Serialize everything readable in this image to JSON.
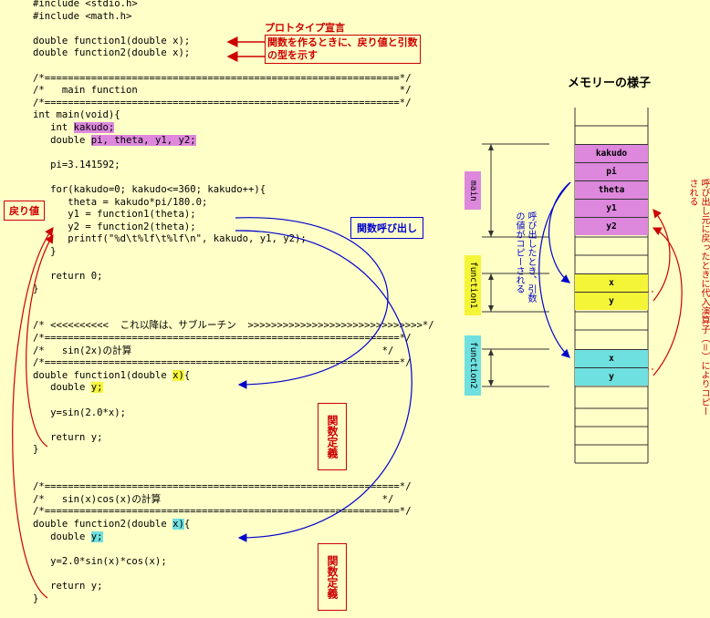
{
  "code_lines": [
    {
      "text": "#include <stdio.h>",
      "hl": []
    },
    {
      "text": "#include <math.h>",
      "hl": []
    },
    {
      "text": "",
      "hl": []
    },
    {
      "text": "double function1(double x);",
      "hl": []
    },
    {
      "text": "double function2(double x);",
      "hl": []
    },
    {
      "text": "",
      "hl": []
    },
    {
      "text": "/*=============================================================*/",
      "hl": []
    },
    {
      "text": "/*   main function                                             */",
      "hl": []
    },
    {
      "text": "/*=============================================================*/",
      "hl": []
    },
    {
      "text": "int main(void){",
      "hl": []
    },
    {
      "text": "   int kakudo;",
      "hl": [
        [
          "kakudo;",
          "pink"
        ]
      ]
    },
    {
      "text": "   double pi, theta, y1, y2;",
      "hl": [
        [
          "pi, theta, y1, y2;",
          "pink"
        ]
      ]
    },
    {
      "text": "",
      "hl": []
    },
    {
      "text": "   pi=3.141592;",
      "hl": []
    },
    {
      "text": "",
      "hl": []
    },
    {
      "text": "   for(kakudo=0; kakudo<=360; kakudo++){",
      "hl": []
    },
    {
      "text": "      theta = kakudo*pi/180.0;",
      "hl": []
    },
    {
      "text": "      y1 = function1(theta);",
      "hl": []
    },
    {
      "text": "      y2 = function2(theta);",
      "hl": []
    },
    {
      "text": "      printf(\"%d\\t%lf\\t%lf\\n\", kakudo, y1, y2);",
      "hl": []
    },
    {
      "text": "   }",
      "hl": []
    },
    {
      "text": "",
      "hl": []
    },
    {
      "text": "   return 0;",
      "hl": []
    },
    {
      "text": "}",
      "hl": []
    },
    {
      "text": "",
      "hl": []
    },
    {
      "text": "",
      "hl": []
    },
    {
      "text": "/* <<<<<<<<<<  これ以降は、サブルーチン  >>>>>>>>>>>>>>>>>>>>>>>>>>>>>>*/",
      "hl": []
    },
    {
      "text": "/*=============================================================*/",
      "hl": []
    },
    {
      "text": "/*   sin(2x)の計算                                           */",
      "hl": []
    },
    {
      "text": "/*=============================================================*/",
      "hl": []
    },
    {
      "text": "double function1(double x){",
      "hl": [
        [
          "x)",
          "yellow"
        ]
      ]
    },
    {
      "text": "   double y;",
      "hl": [
        [
          "y;",
          "yellow"
        ]
      ]
    },
    {
      "text": "",
      "hl": []
    },
    {
      "text": "   y=sin(2.0*x);",
      "hl": []
    },
    {
      "text": "",
      "hl": []
    },
    {
      "text": "   return y;",
      "hl": []
    },
    {
      "text": "}",
      "hl": []
    },
    {
      "text": "",
      "hl": []
    },
    {
      "text": "",
      "hl": []
    },
    {
      "text": "/*=============================================================*/",
      "hl": []
    },
    {
      "text": "/*   sin(x)cos(x)の計算                                      */",
      "hl": []
    },
    {
      "text": "/*=============================================================*/",
      "hl": []
    },
    {
      "text": "double function2(double x){",
      "hl": [
        [
          "x)",
          "cyan"
        ]
      ]
    },
    {
      "text": "   double y;",
      "hl": [
        [
          "y;",
          "cyan"
        ]
      ]
    },
    {
      "text": "",
      "hl": []
    },
    {
      "text": "   y=2.0*sin(x)*cos(x);",
      "hl": []
    },
    {
      "text": "",
      "hl": []
    },
    {
      "text": "   return y;",
      "hl": []
    },
    {
      "text": "}",
      "hl": []
    }
  ],
  "annotations": {
    "prototype_title": "プロトタイプ宣言",
    "prototype_desc_1": "関数を作るときに、戻り値と引数",
    "prototype_desc_2": "の型を示す",
    "return_value": "戻り値",
    "function_call": "関数呼び出し",
    "func_def_1": "関数定義",
    "func_def_2": "関数定義",
    "memory_title": "メモリーの様子",
    "arg_copy": "呼び出したとき、引数の値がコピーされる",
    "return_copy": "呼び出し元に戻ったときに代入演算子（＝）によりコピーされる"
  },
  "memory": {
    "main_label": "main",
    "function1_label": "function1",
    "function2_label": "function2",
    "main_cells": [
      "kakudo",
      "pi",
      "theta",
      "y1",
      "y2"
    ],
    "function1_cells": [
      "x",
      "y"
    ],
    "function2_cells": [
      "x",
      "y"
    ]
  },
  "colors": {
    "background": "#ffffc8",
    "main": "#dd88dd",
    "function1": "#f5f538",
    "function2": "#6fe0e0",
    "red": "#cc0000",
    "blue": "#0000cc"
  }
}
